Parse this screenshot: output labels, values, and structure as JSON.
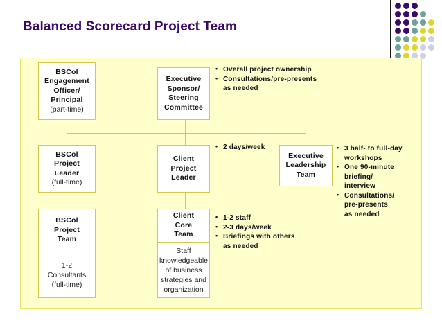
{
  "slide": {
    "title": "Balanced Scorecard Project Team",
    "title_color": "#3b0863",
    "panel_color": "#ffffcc",
    "box_border_color": "#d4c84a",
    "connector_color": "#d8c93f"
  },
  "decor": {
    "dot_grid_name": "purple-teal-yellow-dot-grid",
    "colors": {
      "purple": "#3b0a6e",
      "teal": "#6aa39b",
      "yellow": "#e0d52a",
      "lavender": "#cfcfe8"
    },
    "rows": [
      [
        "purple",
        "purple",
        "purple",
        "none",
        "none"
      ],
      [
        "purple",
        "purple",
        "purple",
        "teal",
        "none"
      ],
      [
        "purple",
        "purple",
        "teal",
        "teal",
        "yellow"
      ],
      [
        "purple",
        "purple",
        "teal",
        "yellow",
        "yellow"
      ],
      [
        "teal",
        "teal",
        "yellow",
        "yellow",
        "lavender"
      ],
      [
        "teal",
        "yellow",
        "yellow",
        "lavender",
        "lavender"
      ],
      [
        "teal",
        "yellow",
        "lavender",
        "lavender",
        "none"
      ]
    ]
  },
  "nodes": {
    "bscol_engagement_officer": {
      "lines": [
        "BSCol",
        "Engagement",
        "Officer/",
        "Principal"
      ],
      "sub": "(part-time)"
    },
    "executive_sponsor": {
      "lines": [
        "Executive",
        "Sponsor/",
        "Steering",
        "Committee"
      ],
      "sub": ""
    },
    "bscol_project_leader": {
      "lines": [
        "BSCol",
        "Project",
        "Leader"
      ],
      "sub": "(full-time)"
    },
    "client_project_leader": {
      "lines": [
        "Client",
        "Project",
        "Leader"
      ],
      "sub": ""
    },
    "executive_leadership_team": {
      "lines": [
        "Executive",
        "Leadership",
        "Team"
      ],
      "sub": ""
    },
    "bscol_project_team": {
      "lines": [
        "BSCol",
        "Project",
        "Team"
      ],
      "body": [
        "1-2",
        "Consultants",
        "(full-time)"
      ]
    },
    "client_core_team": {
      "lines": [
        "Client",
        "Core",
        "Team"
      ],
      "body": [
        "Staff",
        "knowledgeable",
        "of business",
        "strategies and",
        "organization"
      ]
    }
  },
  "notes": {
    "executive_sponsor": [
      {
        "main": "Overall project ownership",
        "cont": []
      },
      {
        "main": "Consultations/pre-presents",
        "cont": [
          "as needed"
        ]
      }
    ],
    "client_project_leader": [
      {
        "main": "2 days/week",
        "cont": []
      }
    ],
    "executive_leadership_team": [
      {
        "main": "3 half- to full-day",
        "cont": [
          "workshops"
        ]
      },
      {
        "main": "One 90-minute",
        "cont": [
          "briefing/",
          "interview"
        ]
      },
      {
        "main": "Consultations/",
        "cont": [
          "pre-presents",
          "as needed"
        ]
      }
    ],
    "client_core_team": [
      {
        "main": "1-2 staff",
        "cont": []
      },
      {
        "main": "2-3 days/week",
        "cont": []
      },
      {
        "main": "Briefings with others",
        "cont": [
          "as needed"
        ]
      }
    ]
  }
}
